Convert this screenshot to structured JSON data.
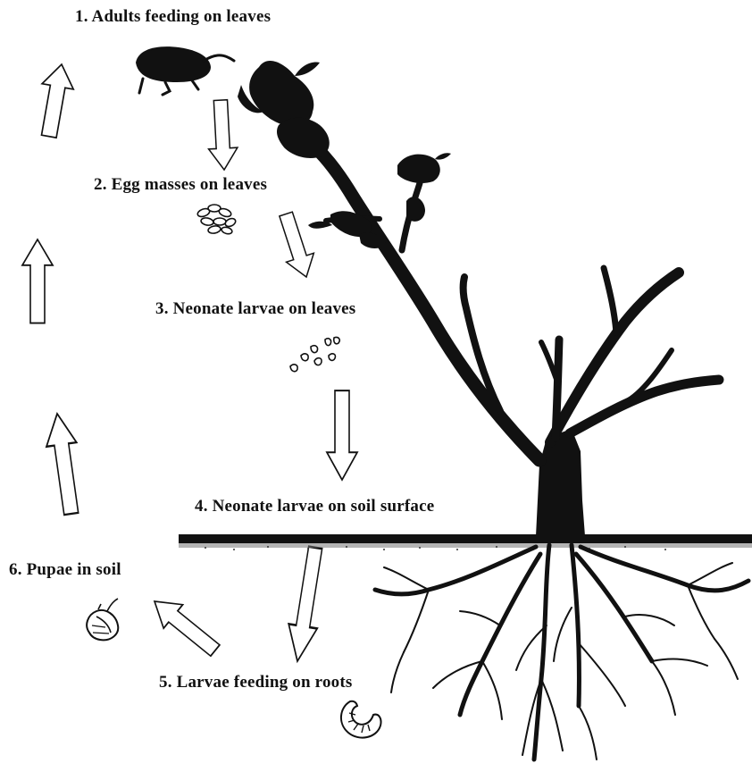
{
  "stages": [
    {
      "id": "adults",
      "label": "1. Adults feeding on leaves"
    },
    {
      "id": "egg-masses",
      "label": "2. Egg masses on leaves"
    },
    {
      "id": "neonate-leaves",
      "label": "3. Neonate larvae on leaves"
    },
    {
      "id": "neonate-soil",
      "label": "4. Neonate larvae on soil surface"
    },
    {
      "id": "larvae-roots",
      "label": "5. Larvae feeding on roots"
    },
    {
      "id": "pupae",
      "label": "6. Pupae in soil"
    }
  ],
  "icons": [
    "weevil-icon",
    "egg-mass-icon",
    "neonate-larvae-icon",
    "root-larva-icon",
    "pupa-icon",
    "citrus-tree-icon"
  ],
  "colors": {
    "ink": "#111111",
    "background": "#ffffff"
  }
}
